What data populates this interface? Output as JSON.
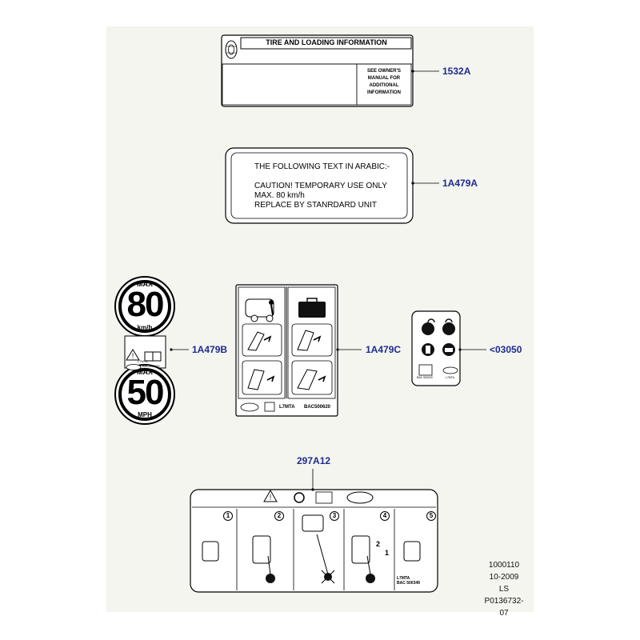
{
  "labels": {
    "tire_label": "TIRE AND LOADING INFORMATION",
    "tire_note": [
      "SEE OWNER'S",
      "MANUAL FOR",
      "ADDITIONAL",
      "INFORMATION"
    ],
    "caution_lines": [
      "THE FOLLOWING TEXT IN ARABIC:-",
      "CAUTION! TEMPORARY USE ONLY",
      "MAX.  80 km/h",
      "REPLACE BY STANRDARD UNIT"
    ],
    "speed_top": {
      "max": "MAX",
      "value": "80",
      "unit": "km/h"
    },
    "speed_bottom": {
      "max": "MAX",
      "value": "50",
      "unit": "MPH"
    },
    "speed_small_code": "L7M7A",
    "speed_small_code2": "BAC500620",
    "seat_card_code": "L7MTA",
    "seat_card_ref": "BAC500620",
    "lock_label_code_left": "BAC 500020",
    "lock_label_code_right": "L7MTA",
    "bottom_label_code": [
      "L7MTA",
      "BAC 500349"
    ],
    "steps": [
      "1",
      "2",
      "3",
      "4",
      "5"
    ],
    "step4_arrows": [
      "2",
      "1"
    ]
  },
  "callouts": {
    "c1532a": "1532A",
    "c1a479a": "1A479A",
    "c1a479b": "1A479B",
    "c1a479c": "1A479C",
    "c03050": "<03050",
    "c297a12": "297A12"
  },
  "stamp": [
    "1000110",
    "10-2009",
    "LS",
    "P0136732-07"
  ],
  "colors": {
    "callout": "#1d2b8f",
    "line": "#000000",
    "sheet": "#f4f5ef"
  },
  "icons": [
    "tire-icon",
    "land-rover-logo",
    "warning-triangle-icon",
    "manual-book-icon",
    "padlock-icon",
    "suitcase-icon",
    "seat-fold-icon"
  ]
}
